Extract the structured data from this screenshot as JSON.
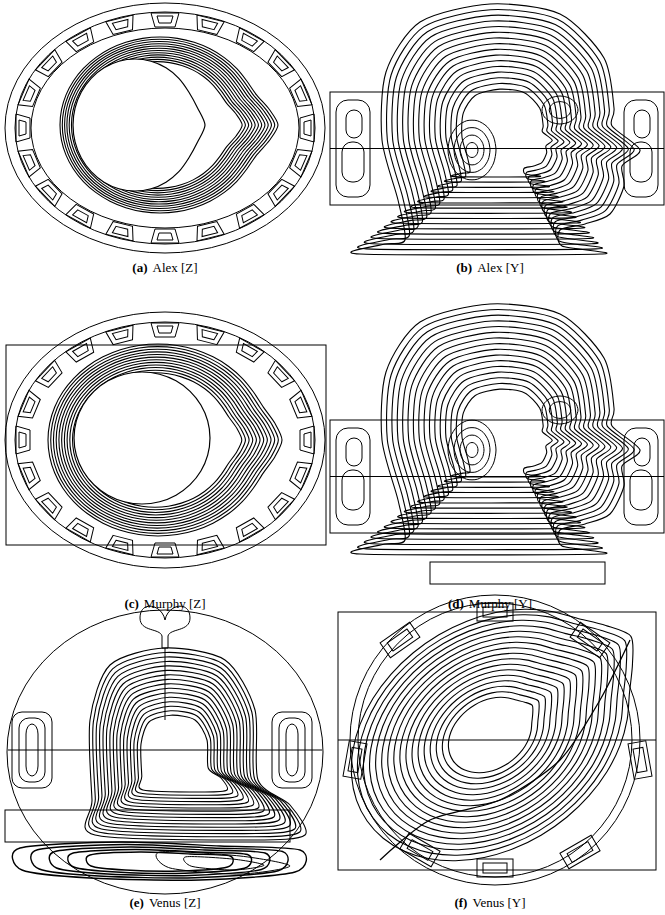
{
  "diagram": {
    "labels": [
      "(a)",
      "Alex [Z]",
      "(b)",
      "Alex [Y]",
      "(c)",
      "Murphy [Z]",
      "(d)",
      "Murphy [Y]",
      "(e)",
      "Venus [Z]",
      "(f)",
      "Venus [Y]"
    ]
  }
}
